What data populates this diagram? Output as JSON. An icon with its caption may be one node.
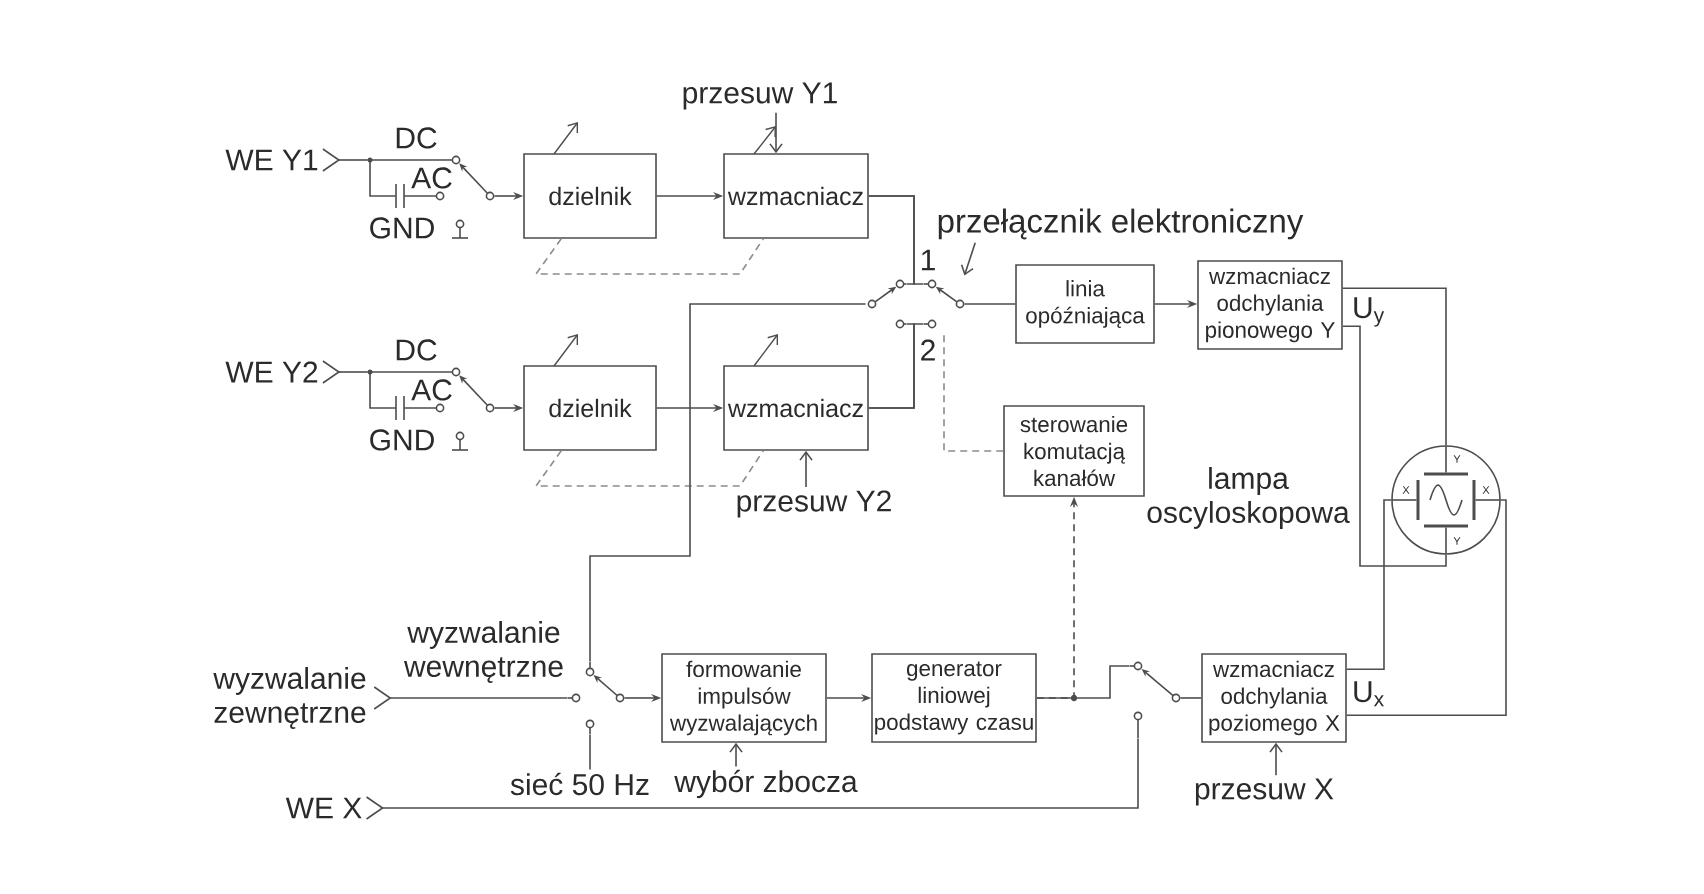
{
  "diagram": {
    "nodes": [
      {
        "text": [
          "przesuw Y1"
        ]
      },
      {
        "text": [
          "WE Y1"
        ]
      },
      {
        "text": [],
        "shape": "switch"
      },
      {
        "text": [
          "dzielnik"
        ]
      },
      {
        "text": [
          "wzmacniacz"
        ]
      },
      {
        "text": [
          "przełącznik elektroniczny"
        ]
      },
      {
        "text": [],
        "shape": "switch"
      },
      {
        "text": [],
        "shape": "switch"
      },
      {
        "text": [
          "linia opóźniająca"
        ]
      },
      {
        "text": [
          "wzmacniacz odchylania pionowego Y"
        ]
      },
      {
        "text": [
          "WE Y2"
        ]
      },
      {
        "text": [],
        "shape": "switch"
      },
      {
        "text": [
          "dzielnik"
        ]
      },
      {
        "text": [
          "wzmacniacz"
        ]
      },
      {
        "text": [
          "sterowanie komutacją kanałów"
        ]
      },
      {
        "text": [
          "przesuw Y2"
        ]
      },
      {
        "text": [
          "Y",
          "X",
          "X",
          "Y"
        ]
      },
      {
        "text": [
          "wyzwalanie zewnętrzne"
        ]
      },
      {
        "text": [],
        "shape": "switch"
      },
      {
        "text": [
          "formowanie impulsów wyzwalających"
        ]
      },
      {
        "text": [
          "generator liniowej podstawy czasu"
        ]
      },
      {
        "text": [],
        "shape": "switch"
      },
      {
        "text": [
          "wzmacniacz odchylania poziomego X"
        ]
      },
      {
        "text": [
          "sieć 50 Hz"
        ]
      },
      {
        "text": [
          "wybór zbocza"
        ]
      },
      {
        "text": [
          "WE X"
        ]
      },
      {
        "text": [
          "przesuw X"
        ]
      }
    ],
    "edges": [
      {
        "from": 1,
        "to": 2,
        "arrow": "other"
      },
      {
        "from": 2,
        "to": 3,
        "arrow": "to"
      },
      {
        "from": 3,
        "to": 4,
        "arrow": "to"
      },
      {
        "from": 0,
        "to": 4,
        "arrow": "to"
      },
      {
        "from": 3,
        "to": 4,
        "arrow": "none",
        "style": "dashed",
        "color": "#8c8c8c"
      },
      {
        "from": 4,
        "to": 7,
        "arrow": "none"
      },
      {
        "from": 4,
        "to": 6,
        "arrow": "none"
      },
      {
        "from": 5,
        "to": 7,
        "arrow": "to"
      },
      {
        "from": 7,
        "to": 8,
        "arrow": "none"
      },
      {
        "from": 8,
        "to": 9,
        "arrow": "to"
      },
      {
        "from": 9,
        "to": 16,
        "arrow": "none"
      },
      {
        "from": 9,
        "to": 16,
        "arrow": "none"
      },
      {
        "from": 10,
        "to": 11,
        "arrow": "other"
      },
      {
        "from": 11,
        "to": 12,
        "arrow": "to"
      },
      {
        "from": 12,
        "to": 13,
        "arrow": "to"
      },
      {
        "from": 12,
        "to": 13,
        "arrow": "none",
        "style": "dashed",
        "color": "#8c8c8c"
      },
      {
        "from": 15,
        "to": 13,
        "arrow": "to"
      },
      {
        "from": 13,
        "to": 7,
        "arrow": "none"
      },
      {
        "from": 13,
        "to": 6,
        "arrow": "none"
      },
      {
        "from": 14,
        "to": 7,
        "arrow": "none",
        "style": "dashed",
        "color": "#8c8c8c"
      },
      {
        "from": 6,
        "to": 18,
        "arrow": "none"
      },
      {
        "from": 17,
        "to": 18,
        "arrow": "other"
      },
      {
        "from": 23,
        "to": 18,
        "arrow": "none"
      },
      {
        "from": 18,
        "to": 19,
        "arrow": "to"
      },
      {
        "from": 24,
        "to": 19,
        "arrow": "to"
      },
      {
        "from": 19,
        "to": 20,
        "arrow": "to"
      },
      {
        "from": 20,
        "to": 21,
        "arrow": "none"
      },
      {
        "from": 20,
        "to": 14,
        "arrow": "to",
        "style": "dashed"
      },
      {
        "from": 25,
        "to": 21,
        "arrow": "other"
      },
      {
        "from": 21,
        "to": 22,
        "arrow": "none"
      },
      {
        "from": 26,
        "to": 22,
        "arrow": "to"
      },
      {
        "from": 22,
        "to": 16,
        "arrow": "none"
      },
      {
        "from": 22,
        "to": 16,
        "arrow": "none"
      }
    ],
    "labels": [
      "DC",
      "AC",
      "GND",
      "1",
      "U$_{y}$",
      "2",
      "DC",
      "AC",
      "GND",
      "lampa oscyloskopowa",
      "wyzwalanie wewnętrzne",
      "U$_{x}$"
    ]
  }
}
